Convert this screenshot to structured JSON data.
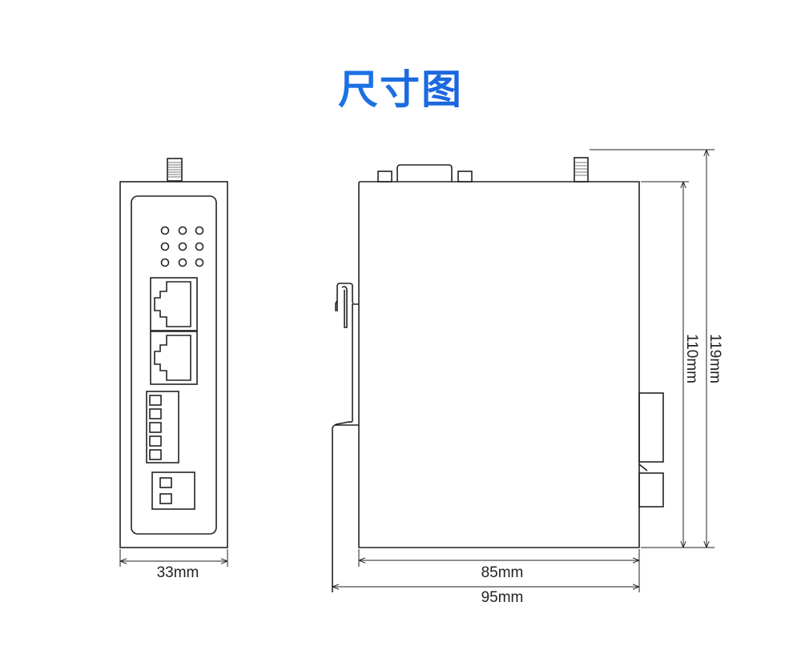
{
  "title": "尺寸图",
  "dimensions": {
    "front_width": "33mm",
    "side_body_width": "85mm",
    "side_total_width": "95mm",
    "body_height": "110mm",
    "total_height": "119mm"
  }
}
